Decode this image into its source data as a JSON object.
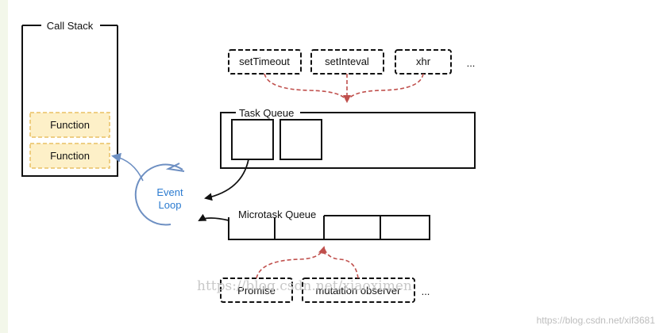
{
  "call_stack": {
    "title": "Call Stack",
    "frames": [
      "Function",
      "Function"
    ]
  },
  "event_loop": {
    "line1": "Event",
    "line2": "Loop"
  },
  "sources": {
    "items": [
      "setTimeout",
      "setInteval",
      "xhr"
    ],
    "ellipsis": "..."
  },
  "task_queue": {
    "title": "Task Queue"
  },
  "microtask_queue": {
    "title": "Microtask Queue"
  },
  "micro_sources": {
    "items": [
      "Promise",
      "mutaition observer"
    ],
    "ellipsis": "..."
  },
  "watermark": "https://blog.csdn.net/xiaoximen",
  "footer_watermark": "https://blog.csdn.net/xif3681",
  "colors": {
    "function_fill": "#fdf0c8",
    "function_border": "#e9c064",
    "event_loop": "#6d8fc2",
    "event_loop_text": "#2b7bd0",
    "source_arrow": "#c0504d"
  }
}
